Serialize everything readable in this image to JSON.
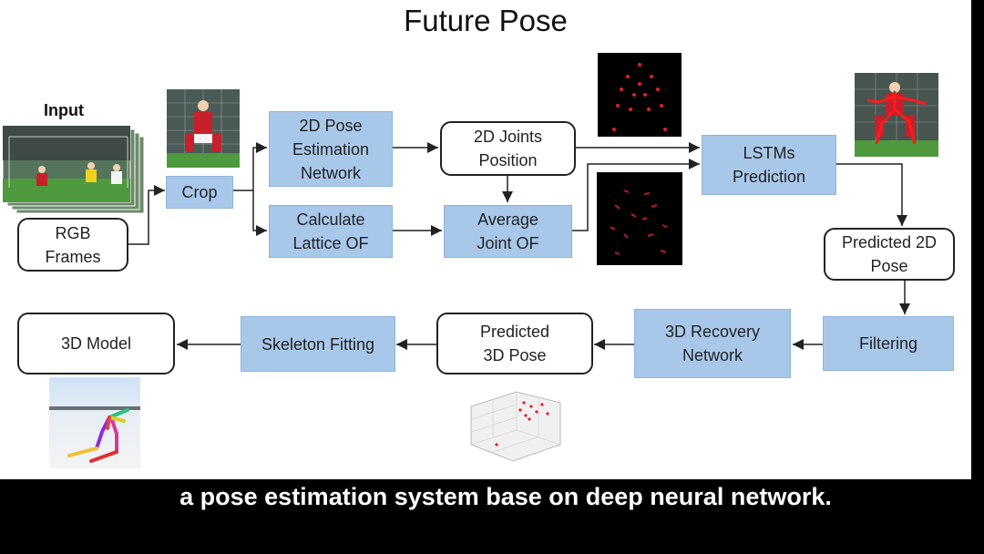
{
  "title": "Future Pose",
  "input_label": "Input",
  "nodes": {
    "rgb_frames": "RGB\nFrames",
    "crop": "Crop",
    "pose_net": "2D Pose\nEstimation\nNetwork",
    "lattice_of": "Calculate\nLattice OF",
    "joints_position": "2D Joints\nPosition",
    "average_joint_of": "Average\nJoint OF",
    "lstms": "LSTMs\nPrediction",
    "predicted_2d": "Predicted 2D\nPose",
    "filtering": "Filtering",
    "recovery": "3D Recovery\nNetwork",
    "predicted_3d": "Predicted\n3D Pose",
    "skeleton_fitting": "Skeleton Fitting",
    "model_3d": "3D Model"
  },
  "caption": "a pose estimation system base on deep neural network.",
  "colors": {
    "process": "#a8c8ea",
    "data": "#ffffff",
    "joint_dot": "#e0202a",
    "caption_bg": "#000000"
  },
  "icons": [
    "video-frames-image",
    "cropped-player-image",
    "joint-dots-image",
    "optical-flow-image",
    "skeleton-overlay-image",
    "3d-scatter-plot-image",
    "3d-model-render-image"
  ]
}
